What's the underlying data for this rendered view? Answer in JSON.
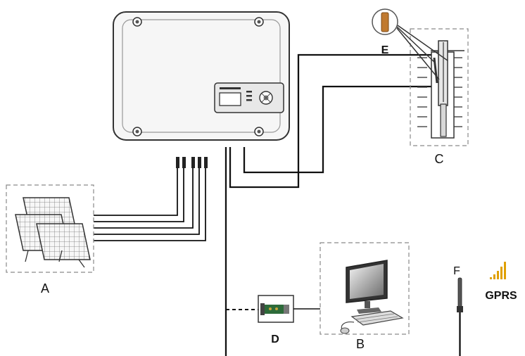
{
  "labels": {
    "a": "A",
    "b": "B",
    "c": "C",
    "d": "D",
    "e": "E",
    "f": "F",
    "gprs": "GPRS"
  },
  "colors": {
    "line": "#111111",
    "dashed_box": "#8a8a8a",
    "cabinet_fill": "#f4f4f4",
    "signal": "#e0a000",
    "sensor": "#c07a30"
  },
  "icons": [
    "inverter-cabinet",
    "solar-panel",
    "submersible-pump",
    "level-sensor",
    "communication-module",
    "computer",
    "antenna",
    "signal-bars"
  ]
}
